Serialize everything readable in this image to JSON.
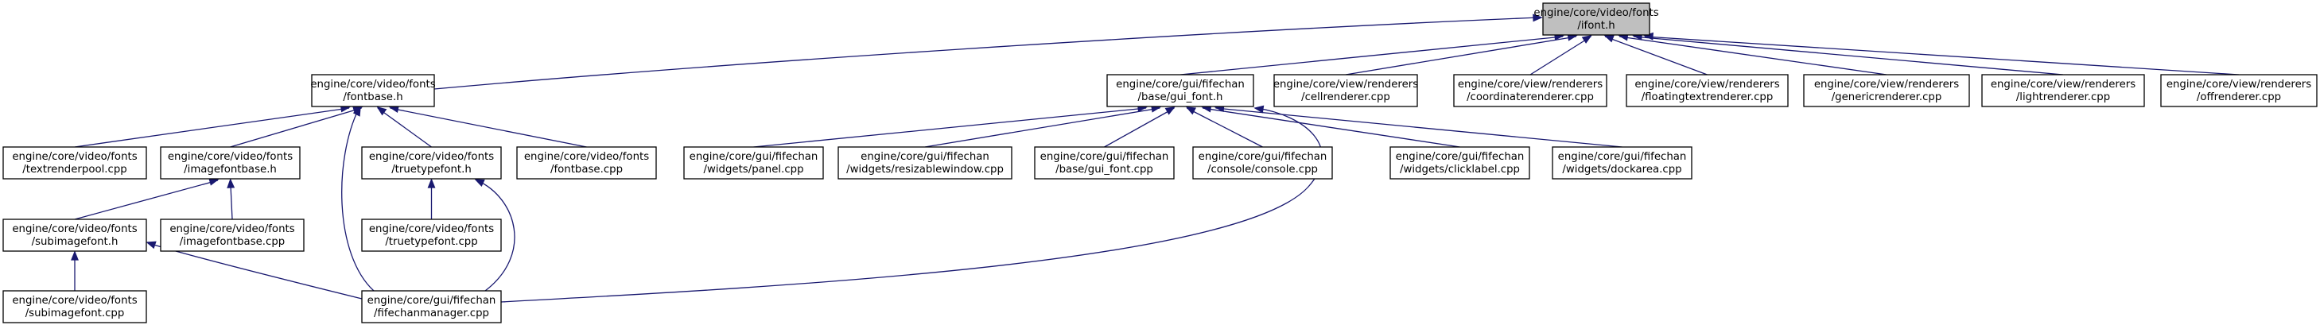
{
  "graph": {
    "colors": {
      "root_fill": "#bfbfbf",
      "node_fill": "#ffffff",
      "border": "#000000",
      "edge": "#191970"
    },
    "nodes": [
      {
        "id": "ifont",
        "lines": [
          "engine/core/video/fonts",
          "/ifont.h"
        ],
        "root": true
      },
      {
        "id": "fontbase_h",
        "lines": [
          "engine/core/video/fonts",
          "/fontbase.h"
        ]
      },
      {
        "id": "gui_font_h",
        "lines": [
          "engine/core/gui/fifechan",
          "/base/gui_font.h"
        ]
      },
      {
        "id": "cellrenderer",
        "lines": [
          "engine/core/view/renderers",
          "/cellrenderer.cpp"
        ]
      },
      {
        "id": "coordinaterenderer",
        "lines": [
          "engine/core/view/renderers",
          "/coordinaterenderer.cpp"
        ]
      },
      {
        "id": "floatingtextrenderer",
        "lines": [
          "engine/core/view/renderers",
          "/floatingtextrenderer.cpp"
        ]
      },
      {
        "id": "genericrenderer",
        "lines": [
          "engine/core/view/renderers",
          "/genericrenderer.cpp"
        ]
      },
      {
        "id": "lightrenderer",
        "lines": [
          "engine/core/view/renderers",
          "/lightrenderer.cpp"
        ]
      },
      {
        "id": "offrenderer",
        "lines": [
          "engine/core/view/renderers",
          "/offrenderer.cpp"
        ]
      },
      {
        "id": "textrenderpool",
        "lines": [
          "engine/core/video/fonts",
          "/textrenderpool.cpp"
        ]
      },
      {
        "id": "imagefontbase_h",
        "lines": [
          "engine/core/video/fonts",
          "/imagefontbase.h"
        ]
      },
      {
        "id": "truetypefont_h",
        "lines": [
          "engine/core/video/fonts",
          "/truetypefont.h"
        ]
      },
      {
        "id": "fontbase_cpp",
        "lines": [
          "engine/core/video/fonts",
          "/fontbase.cpp"
        ]
      },
      {
        "id": "panel",
        "lines": [
          "engine/core/gui/fifechan",
          "/widgets/panel.cpp"
        ]
      },
      {
        "id": "resizablewindow",
        "lines": [
          "engine/core/gui/fifechan",
          "/widgets/resizablewindow.cpp"
        ]
      },
      {
        "id": "gui_font_cpp",
        "lines": [
          "engine/core/gui/fifechan",
          "/base/gui_font.cpp"
        ]
      },
      {
        "id": "console",
        "lines": [
          "engine/core/gui/fifechan",
          "/console/console.cpp"
        ]
      },
      {
        "id": "clicklabel",
        "lines": [
          "engine/core/gui/fifechan",
          "/widgets/clicklabel.cpp"
        ]
      },
      {
        "id": "dockarea",
        "lines": [
          "engine/core/gui/fifechan",
          "/widgets/dockarea.cpp"
        ]
      },
      {
        "id": "subimagefont_h",
        "lines": [
          "engine/core/video/fonts",
          "/subimagefont.h"
        ]
      },
      {
        "id": "imagefontbase_cpp",
        "lines": [
          "engine/core/video/fonts",
          "/imagefontbase.cpp"
        ]
      },
      {
        "id": "truetypefont_cpp",
        "lines": [
          "engine/core/video/fonts",
          "/truetypefont.cpp"
        ]
      },
      {
        "id": "subimagefont_cpp",
        "lines": [
          "engine/core/video/fonts",
          "/subimagefont.cpp"
        ]
      },
      {
        "id": "fifechanmanager",
        "lines": [
          "engine/core/gui/fifechan",
          "/fifechanmanager.cpp"
        ]
      }
    ],
    "edges": [
      {
        "from": "fontbase_h",
        "to": "ifont"
      },
      {
        "from": "gui_font_h",
        "to": "ifont"
      },
      {
        "from": "cellrenderer",
        "to": "ifont"
      },
      {
        "from": "coordinaterenderer",
        "to": "ifont"
      },
      {
        "from": "floatingtextrenderer",
        "to": "ifont"
      },
      {
        "from": "genericrenderer",
        "to": "ifont"
      },
      {
        "from": "lightrenderer",
        "to": "ifont"
      },
      {
        "from": "offrenderer",
        "to": "ifont"
      },
      {
        "from": "textrenderpool",
        "to": "fontbase_h"
      },
      {
        "from": "imagefontbase_h",
        "to": "fontbase_h"
      },
      {
        "from": "truetypefont_h",
        "to": "fontbase_h"
      },
      {
        "from": "fontbase_cpp",
        "to": "fontbase_h"
      },
      {
        "from": "fifechanmanager",
        "to": "fontbase_h"
      },
      {
        "from": "subimagefont_h",
        "to": "imagefontbase_h"
      },
      {
        "from": "imagefontbase_cpp",
        "to": "imagefontbase_h"
      },
      {
        "from": "subimagefont_cpp",
        "to": "subimagefont_h"
      },
      {
        "from": "fifechanmanager",
        "to": "subimagefont_h"
      },
      {
        "from": "truetypefont_cpp",
        "to": "truetypefont_h"
      },
      {
        "from": "fifechanmanager",
        "to": "truetypefont_h"
      },
      {
        "from": "panel",
        "to": "gui_font_h"
      },
      {
        "from": "resizablewindow",
        "to": "gui_font_h"
      },
      {
        "from": "gui_font_cpp",
        "to": "gui_font_h"
      },
      {
        "from": "console",
        "to": "gui_font_h"
      },
      {
        "from": "clicklabel",
        "to": "gui_font_h"
      },
      {
        "from": "dockarea",
        "to": "gui_font_h"
      },
      {
        "from": "fifechanmanager",
        "to": "gui_font_h"
      }
    ]
  }
}
